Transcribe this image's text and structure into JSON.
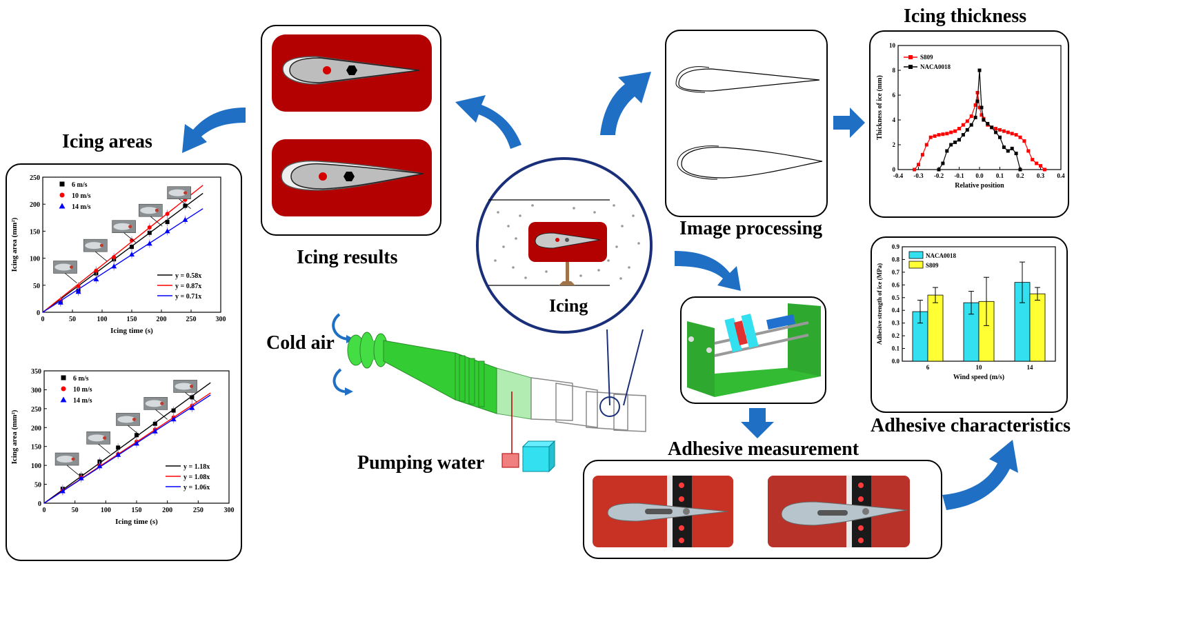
{
  "labels": {
    "icing_areas": "Icing areas",
    "icing_results": "Icing results",
    "icing": "Icing",
    "image_processing": "Image processing",
    "icing_thickness": "Icing thickness",
    "adhesive_measurement": "Adhesive measurement",
    "adhesive_characteristics": "Adhesive characteristics",
    "cold_air": "Cold air",
    "pumping_water": "Pumping water"
  },
  "colors": {
    "arrow_blue": "#1f6fc4",
    "tunnel_green": "#33cc33",
    "ice_red": "#b30000",
    "cyan": "#33e0f0",
    "yellow": "#ffff33"
  },
  "chart_data": [
    {
      "type": "scatter",
      "xlabel": "Icing time (s)",
      "ylabel": "Icing area (mm²)",
      "xlim": [
        0,
        300
      ],
      "ylim": [
        0,
        250
      ],
      "xticks": [
        "0",
        "50",
        "100",
        "150",
        "200",
        "250",
        "300"
      ],
      "yticks": [
        "0",
        "50",
        "100",
        "150",
        "200",
        "250"
      ],
      "series": [
        {
          "name": "6 m/s",
          "color": "#000000",
          "marker": "square",
          "x": [
            30,
            60,
            90,
            120,
            150,
            180,
            210,
            240
          ],
          "y": [
            19,
            40,
            72,
            98,
            121,
            147,
            167,
            197
          ],
          "fit": "y = 0.58x",
          "slope": 0.815
        },
        {
          "name": "10 m/s",
          "color": "#ff0000",
          "marker": "circle",
          "x": [
            30,
            60,
            90,
            120,
            150,
            180,
            210,
            240
          ],
          "y": [
            22,
            48,
            77,
            102,
            133,
            157,
            182,
            208
          ],
          "fit": "y = 0.87x",
          "slope": 0.87
        },
        {
          "name": "14 m/s",
          "color": "#0000ff",
          "marker": "triangle",
          "x": [
            30,
            60,
            90,
            120,
            150,
            180,
            210,
            240
          ],
          "y": [
            18,
            38,
            61,
            85,
            107,
            127,
            150,
            171
          ],
          "fit": "y = 0.71x",
          "slope": 0.71
        }
      ]
    },
    {
      "type": "scatter",
      "xlabel": "Icing time (s)",
      "ylabel": "Icing area (mm²)",
      "xlim": [
        0,
        300
      ],
      "ylim": [
        0,
        350
      ],
      "xticks": [
        "0",
        "50",
        "100",
        "150",
        "200",
        "250",
        "300"
      ],
      "yticks": [
        "0",
        "50",
        "100",
        "150",
        "200",
        "250",
        "300",
        "350"
      ],
      "series": [
        {
          "name": "6 m/s",
          "color": "#000000",
          "marker": "square",
          "x": [
            30,
            60,
            90,
            120,
            150,
            180,
            210,
            240
          ],
          "y": [
            38,
            73,
            110,
            147,
            180,
            210,
            245,
            280
          ],
          "fit": "y = 1.18x",
          "slope": 1.18
        },
        {
          "name": "10 m/s",
          "color": "#ff0000",
          "marker": "circle",
          "x": [
            30,
            60,
            90,
            120,
            150,
            180,
            210,
            240
          ],
          "y": [
            33,
            68,
            100,
            130,
            163,
            195,
            227,
            258
          ],
          "fit": "y = 1.08x",
          "slope": 1.08
        },
        {
          "name": "14 m/s",
          "color": "#0000ff",
          "marker": "triangle",
          "x": [
            30,
            60,
            90,
            120,
            150,
            180,
            210,
            240
          ],
          "y": [
            32,
            66,
            98,
            128,
            158,
            190,
            222,
            252
          ],
          "fit": "y = 1.06x",
          "slope": 1.06
        }
      ]
    },
    {
      "type": "line",
      "xlabel": "Relative position",
      "ylabel": "Thickness of ice (mm)",
      "xlim": [
        -0.4,
        0.4
      ],
      "ylim": [
        0,
        10
      ],
      "xticks": [
        "-0.4",
        "-0.3",
        "-0.2",
        "-0.1",
        "0.0",
        "0.1",
        "0.2",
        "0.3",
        "0.4"
      ],
      "yticks": [
        "0",
        "2",
        "4",
        "6",
        "8",
        "10"
      ],
      "series": [
        {
          "name": "S809",
          "color": "#ff0000",
          "x": [
            -0.32,
            -0.3,
            -0.28,
            -0.26,
            -0.24,
            -0.22,
            -0.2,
            -0.18,
            -0.16,
            -0.14,
            -0.12,
            -0.1,
            -0.08,
            -0.06,
            -0.04,
            -0.02,
            -0.01,
            0,
            0.01,
            0.02,
            0.04,
            0.06,
            0.08,
            0.1,
            0.12,
            0.14,
            0.16,
            0.18,
            0.2,
            0.22,
            0.24,
            0.26,
            0.28,
            0.3,
            0.32
          ],
          "y": [
            0,
            0.4,
            1.2,
            2.0,
            2.6,
            2.7,
            2.8,
            2.85,
            2.9,
            3.0,
            3.1,
            3.3,
            3.6,
            3.9,
            4.3,
            5.2,
            6.2,
            5.0,
            4.4,
            4.1,
            3.6,
            3.4,
            3.3,
            3.2,
            3.1,
            3.0,
            2.9,
            2.8,
            2.6,
            2.3,
            1.5,
            0.8,
            0.5,
            0.3,
            0
          ]
        },
        {
          "name": "NACA0018",
          "color": "#000000",
          "x": [
            -0.2,
            -0.18,
            -0.16,
            -0.14,
            -0.12,
            -0.1,
            -0.08,
            -0.06,
            -0.04,
            -0.02,
            -0.01,
            0,
            0.01,
            0.02,
            0.04,
            0.06,
            0.08,
            0.1,
            0.12,
            0.14,
            0.16,
            0.18,
            0.2
          ],
          "y": [
            0,
            0.5,
            1.5,
            2.0,
            2.2,
            2.4,
            2.8,
            3.2,
            3.6,
            4.2,
            5.5,
            8.0,
            5.0,
            4.0,
            3.7,
            3.4,
            3.0,
            2.6,
            1.8,
            1.5,
            1.7,
            1.3,
            0
          ]
        }
      ]
    },
    {
      "type": "bar",
      "xlabel": "Wind speed (m/s)",
      "ylabel": "Adhesive strength of ice (MPa)",
      "ylim": [
        0,
        0.9
      ],
      "yticks": [
        "0.0",
        "0.1",
        "0.2",
        "0.3",
        "0.4",
        "0.5",
        "0.6",
        "0.7",
        "0.8",
        "0.9"
      ],
      "categories": [
        "6",
        "10",
        "14"
      ],
      "series": [
        {
          "name": "NACA0018",
          "color": "#33e0f0",
          "values": [
            0.39,
            0.46,
            0.62
          ],
          "errors": [
            0.09,
            0.09,
            0.16
          ]
        },
        {
          "name": "S809",
          "color": "#ffff33",
          "values": [
            0.52,
            0.47,
            0.53
          ],
          "errors": [
            0.06,
            0.19,
            0.05
          ]
        }
      ]
    }
  ]
}
